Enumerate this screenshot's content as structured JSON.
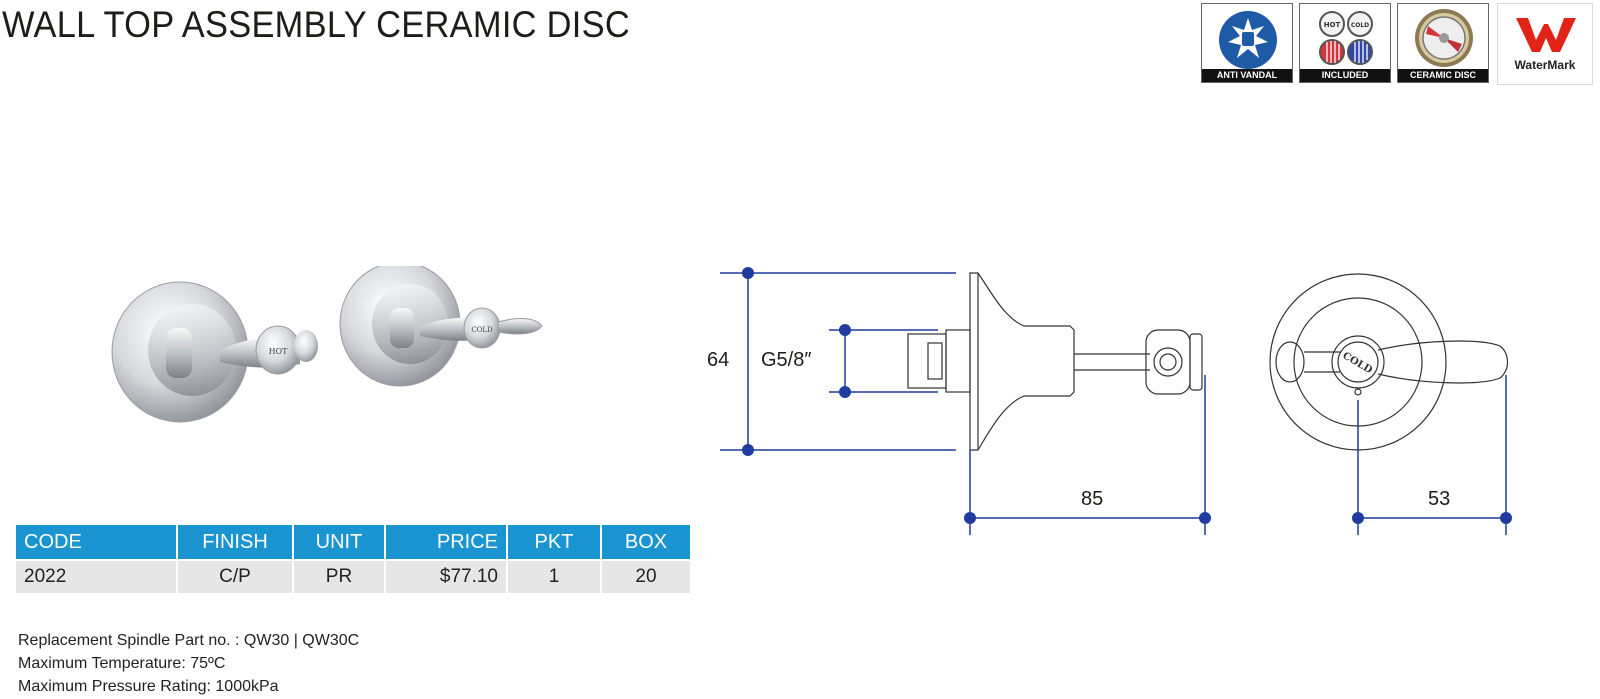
{
  "title": "WALL TOP ASSEMBLY CERAMIC DISC",
  "badges": [
    {
      "caption": "ANTI VANDAL",
      "icon": "anti-vandal-icon"
    },
    {
      "caption": "INCLUDED",
      "icon": "hot-cold-indicators-icon",
      "hot_label": "HOT",
      "cold_label": "COLD"
    },
    {
      "caption": "CERAMIC DISC",
      "icon": "ceramic-disc-icon"
    },
    {
      "caption": "WaterMark",
      "icon": "watermark-logo-icon"
    }
  ],
  "colors": {
    "table_header": "#1b94d2",
    "table_row": "#e6e6e6",
    "dimension_lines": "#1f3c9e",
    "badge_blue": "#1f5aa6",
    "watermark_red": "#e2231a"
  },
  "photo": {
    "hot_label": "HOT",
    "cold_label": "COLD"
  },
  "drawing": {
    "height_dim": "64",
    "thread_dim": "G5/8″",
    "length_dim": "85",
    "front_dim": "53",
    "handle_label": "COLD"
  },
  "table": {
    "headers": [
      "CODE",
      "FINISH",
      "UNIT",
      "PRICE",
      "PKT",
      "BOX"
    ],
    "rows": [
      [
        "2022",
        "C/P",
        "PR",
        "$77.10",
        "1",
        "20"
      ]
    ]
  },
  "notes": [
    "Replacement Spindle Part no.  : QW30 | QW30C",
    "Maximum Temperature: 75ºC",
    "Maximum Pressure Rating: 1000kPa"
  ]
}
